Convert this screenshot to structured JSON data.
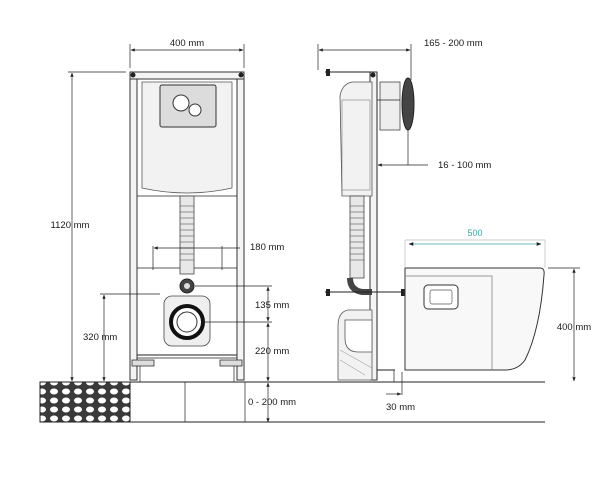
{
  "diagram": {
    "front": {
      "width_label": "400 mm",
      "height_label": "1120 mm",
      "pipe_spacing_label": "180 mm",
      "drain_inlet_label": "135 mm",
      "drain_height_label": "220 mm",
      "drain_offset_label": "320 mm",
      "floor_adjust_label": "0 - 200 mm"
    },
    "side": {
      "depth_label": "165 - 200 mm",
      "wall_gap_label": "16 - 100 mm",
      "bowl_length_label": "500",
      "bowl_height_label": "400 mm",
      "floor_gap_label": "30 mm"
    }
  },
  "colors": {
    "line": "#222222",
    "accent_dimension": "#3aa6a8",
    "fill_light": "#f2f2f2",
    "fill_mid": "#e6e6e6"
  }
}
